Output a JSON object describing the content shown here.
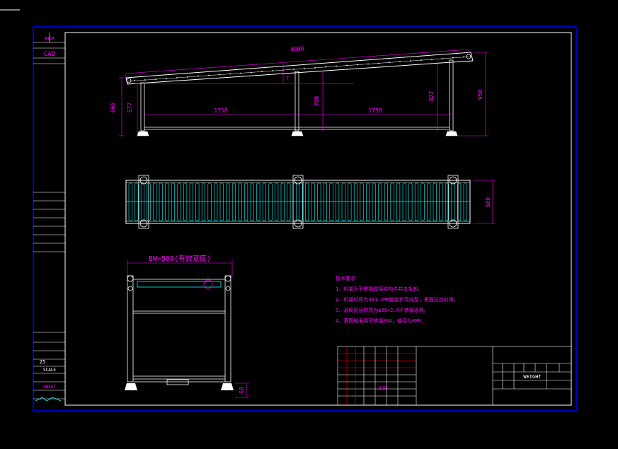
{
  "side_labels": {
    "top1": "BRP",
    "top2": "CAD"
  },
  "dimensions": {
    "total_length": "4000",
    "h_left_outer": "665",
    "h_left_inner": "577",
    "span_left": "1758",
    "h_mid": "700",
    "span_right": "1758",
    "h_right_inner": "822",
    "h_right_outer": "950",
    "width": "500",
    "angle": "7",
    "foot": "60",
    "bw_label": "BW=500(有效宽度)"
  },
  "notes": {
    "title": "技术要求",
    "lines": [
      "1、机架为不锈钢焊接结构件并去毛刺。",
      "2、机架材质为304 2MM钣金折弯成型，表面拉丝处理。",
      "3、滚筒直径材质为φ38×2.0不锈钢滚筒。",
      "4、滚筒轴采用不锈钢304，轴径为8MM。"
    ]
  },
  "title_block": {
    "weight_label": "WEIGHT",
    "mid_label": "比例"
  },
  "side_block": {
    "num": "25",
    "label1": "SCALE",
    "label2": "SHEET"
  },
  "colors": {
    "border": "#0000ff",
    "frame": "#ffffff",
    "dimension": "#ff00ff",
    "rollers": "#00ffff",
    "centerline": "#ff0000",
    "text_notes": "#ff00ff"
  }
}
